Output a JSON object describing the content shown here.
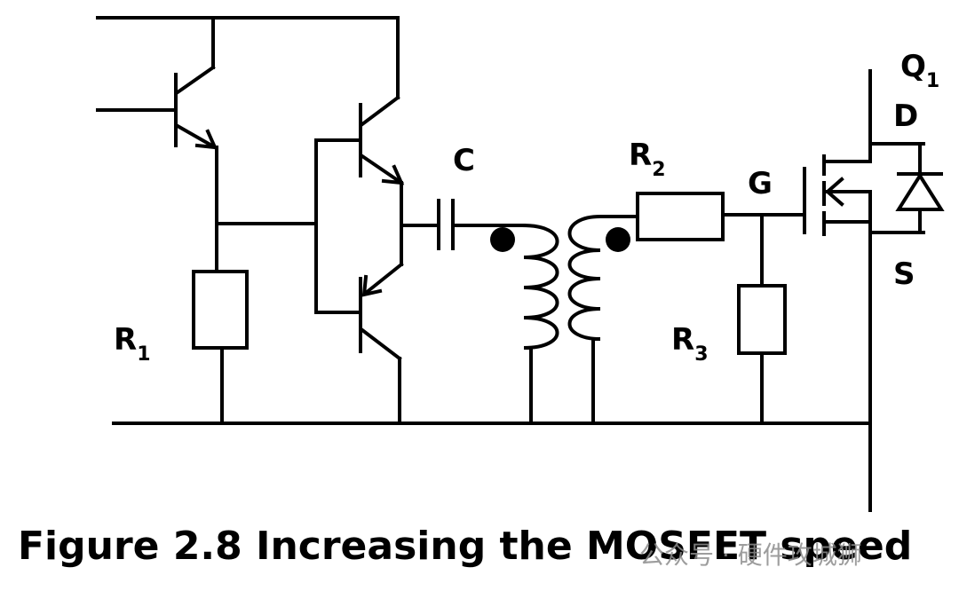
{
  "labels": {
    "r1": "R",
    "r1_sub": "1",
    "r2": "R",
    "r2_sub": "2",
    "r3": "R",
    "r3_sub": "3",
    "c": "C",
    "g": "G",
    "d": "D",
    "s": "S",
    "q1": "Q",
    "q1_sub": "1"
  },
  "caption": "Figure 2.8 Increasing the MOSFET speed",
  "watermark": "公众号 · 硬件攻城狮"
}
